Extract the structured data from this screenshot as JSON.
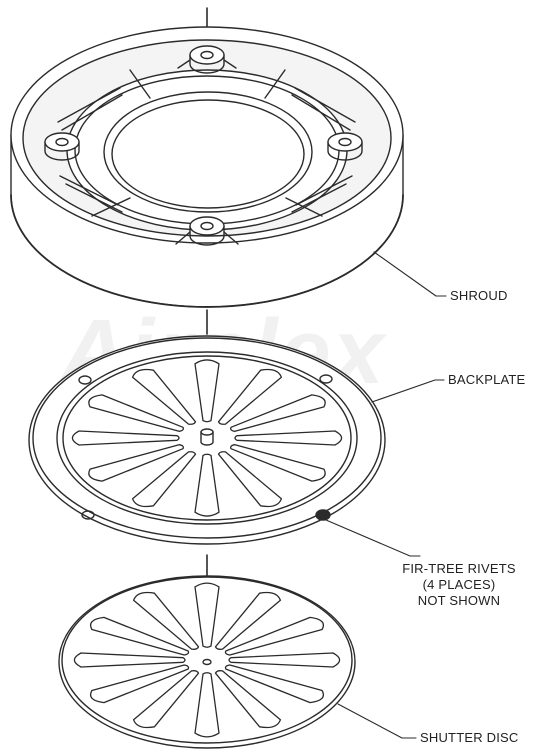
{
  "watermark": "Airplex",
  "labels": {
    "shroud": "SHROUD",
    "backplate": "BACKPLATE",
    "rivets_line1": "FIR-TREE RIVETS",
    "rivets_line2": "(4 PLACES)",
    "rivets_line3": "NOT SHOWN",
    "shutter": "SHUTTER DISC"
  }
}
